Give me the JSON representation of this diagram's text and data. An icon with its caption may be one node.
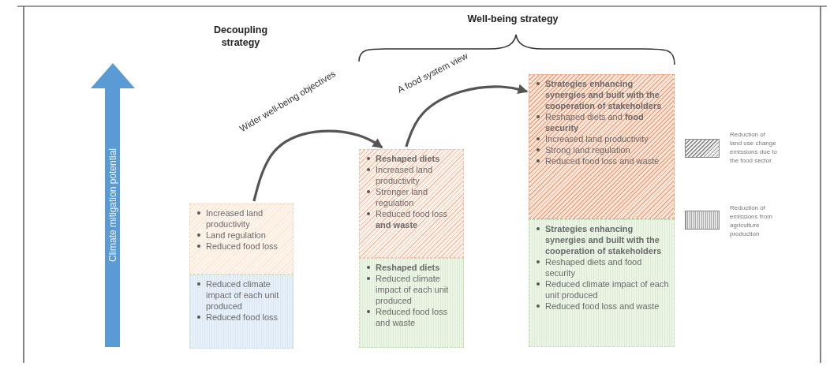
{
  "diagram": {
    "nodes": [
      {
        "text": [
          "Increased land productivity",
          "Land regulation",
          "Reduced food loss"
        ]
      },
      {
        "text": [
          "Reduced climate impact of each unit produced",
          "Reduced food loss"
        ]
      },
      {
        "text": [
          "**Reshaped diets**",
          "Increased land productivity",
          "Stronger land regulation",
          "Reduced food loss **and waste**"
        ]
      },
      {
        "text": [
          "**Reshaped diets**",
          "Reduced climate impact of each unit produced",
          "Reduced food loss and waste"
        ]
      },
      {
        "text": [
          "**Strategies enhancing synergies and built with the cooperation of stakeholders**",
          "Reshaped diets and **food security**",
          "Increased land productivity",
          "Strong land regulation",
          "Reduced food loss and waste"
        ]
      },
      {
        "text": [
          "**Strategies enhancing synergies and built with the cooperation of stakeholders**",
          "Reshaped diets and food security",
          "Reduced climate impact of each unit produced",
          "Reduced food loss and waste"
        ]
      }
    ],
    "edges": [
      {
        "from": 0,
        "to": 2,
        "arrow": "to",
        "label": "Wider well-being objectives"
      },
      {
        "from": 2,
        "to": 4,
        "arrow": "to",
        "label": "A food system view"
      }
    ],
    "labels": [
      "Decoupling strategy",
      "Well-being strategy",
      "Climate mitigation potential"
    ],
    "legend": [
      {
        "text": "Reduction of land use change emissions due to the food sector"
      },
      {
        "text": "Reduction of emissions from agriculture production"
      }
    ]
  }
}
